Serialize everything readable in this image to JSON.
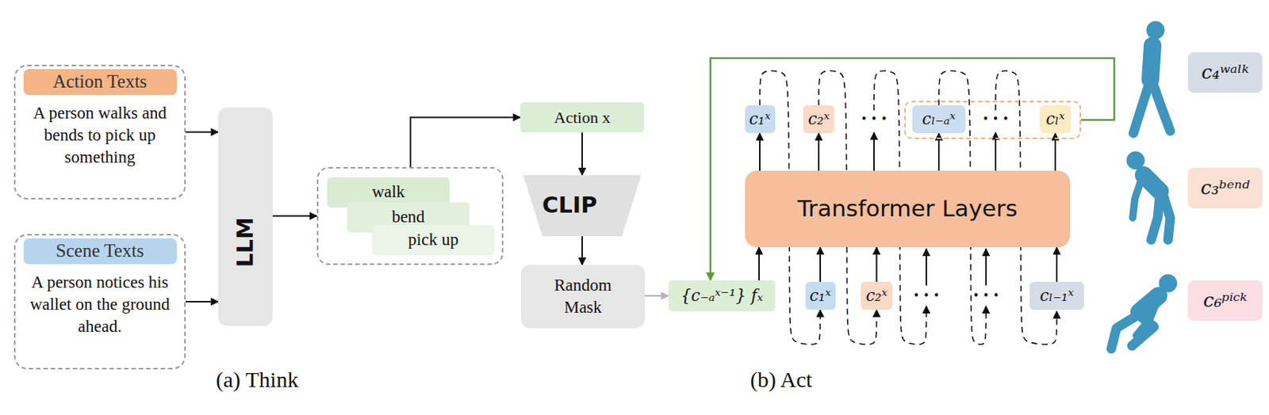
{
  "diagram": {
    "nodes": [
      {
        "text": [
          "Action Texts",
          "A person walks and bends to pick up something"
        ]
      },
      {
        "text": [
          "Scene Texts",
          "A person notices his wallet on the ground ahead."
        ]
      },
      {
        "text": [
          "LLM"
        ]
      },
      {},
      {
        "text": [
          "walk"
        ],
        "in": 3
      },
      {
        "text": [
          "bend"
        ],
        "in": 3
      },
      {
        "text": [
          "pick up"
        ],
        "in": 3
      },
      {
        "text": [
          "Action x"
        ]
      },
      {
        "text": [
          "CLIP"
        ]
      },
      {
        "text": [
          "Random Mask"
        ]
      },
      {
        "text": [
          "{c₋ₐˣ⁻¹} fₓ"
        ]
      },
      {
        "text": [
          "c₁ˣ"
        ]
      },
      {
        "text": [
          "c₂ˣ"
        ]
      },
      {},
      {
        "text": [
          "cₗ₋ₐˣ"
        ],
        "in": 13
      },
      {
        "text": [
          "cₗˣ"
        ],
        "in": 13
      },
      {
        "text": [
          "Transformer Layers"
        ]
      },
      {
        "text": [
          "c₁ˣ"
        ]
      },
      {
        "text": [
          "c₂ˣ"
        ]
      },
      {
        "text": [
          "cₗ₋₁ˣ"
        ]
      },
      {
        "text": [
          "c₄ʷᵃˡᵏ"
        ]
      },
      {
        "text": [
          "c₃ᵇᵉⁿᵈ"
        ]
      },
      {
        "text": [
          "c₆ᵖⁱᶜᵏ"
        ]
      }
    ],
    "edges": [
      {
        "from": 0,
        "to": 2,
        "arrow": "to"
      },
      {
        "from": 1,
        "to": 2,
        "arrow": "to"
      },
      {
        "from": 2,
        "to": 3,
        "arrow": "to"
      },
      {
        "from": 3,
        "to": 7,
        "arrow": "to"
      },
      {
        "from": 7,
        "to": 8,
        "arrow": "to"
      },
      {
        "from": 8,
        "to": 9,
        "arrow": "to"
      },
      {
        "from": 9,
        "to": 10,
        "arrow": "to"
      },
      {
        "from": 13,
        "to": 10,
        "arrow": "to"
      },
      {
        "from": 10,
        "to": 16,
        "arrow": "to"
      },
      {
        "from": 17,
        "to": 16,
        "arrow": "to"
      },
      {
        "from": 18,
        "to": 16,
        "arrow": "to"
      },
      {
        "from": 19,
        "to": 16,
        "arrow": "to"
      },
      {
        "from": 16,
        "to": 11,
        "arrow": "to"
      },
      {
        "from": 16,
        "to": 12,
        "arrow": "to"
      },
      {
        "from": 16,
        "to": 14,
        "arrow": "to"
      },
      {
        "from": 16,
        "to": 15,
        "arrow": "to"
      },
      {
        "from": 11,
        "to": 17,
        "arrow": "to"
      },
      {
        "from": 12,
        "to": 18,
        "arrow": "to"
      }
    ],
    "labels": [
      "(a) Think",
      "(b) Act",
      "• • •",
      "• • •",
      "• • •",
      "• • •"
    ]
  }
}
